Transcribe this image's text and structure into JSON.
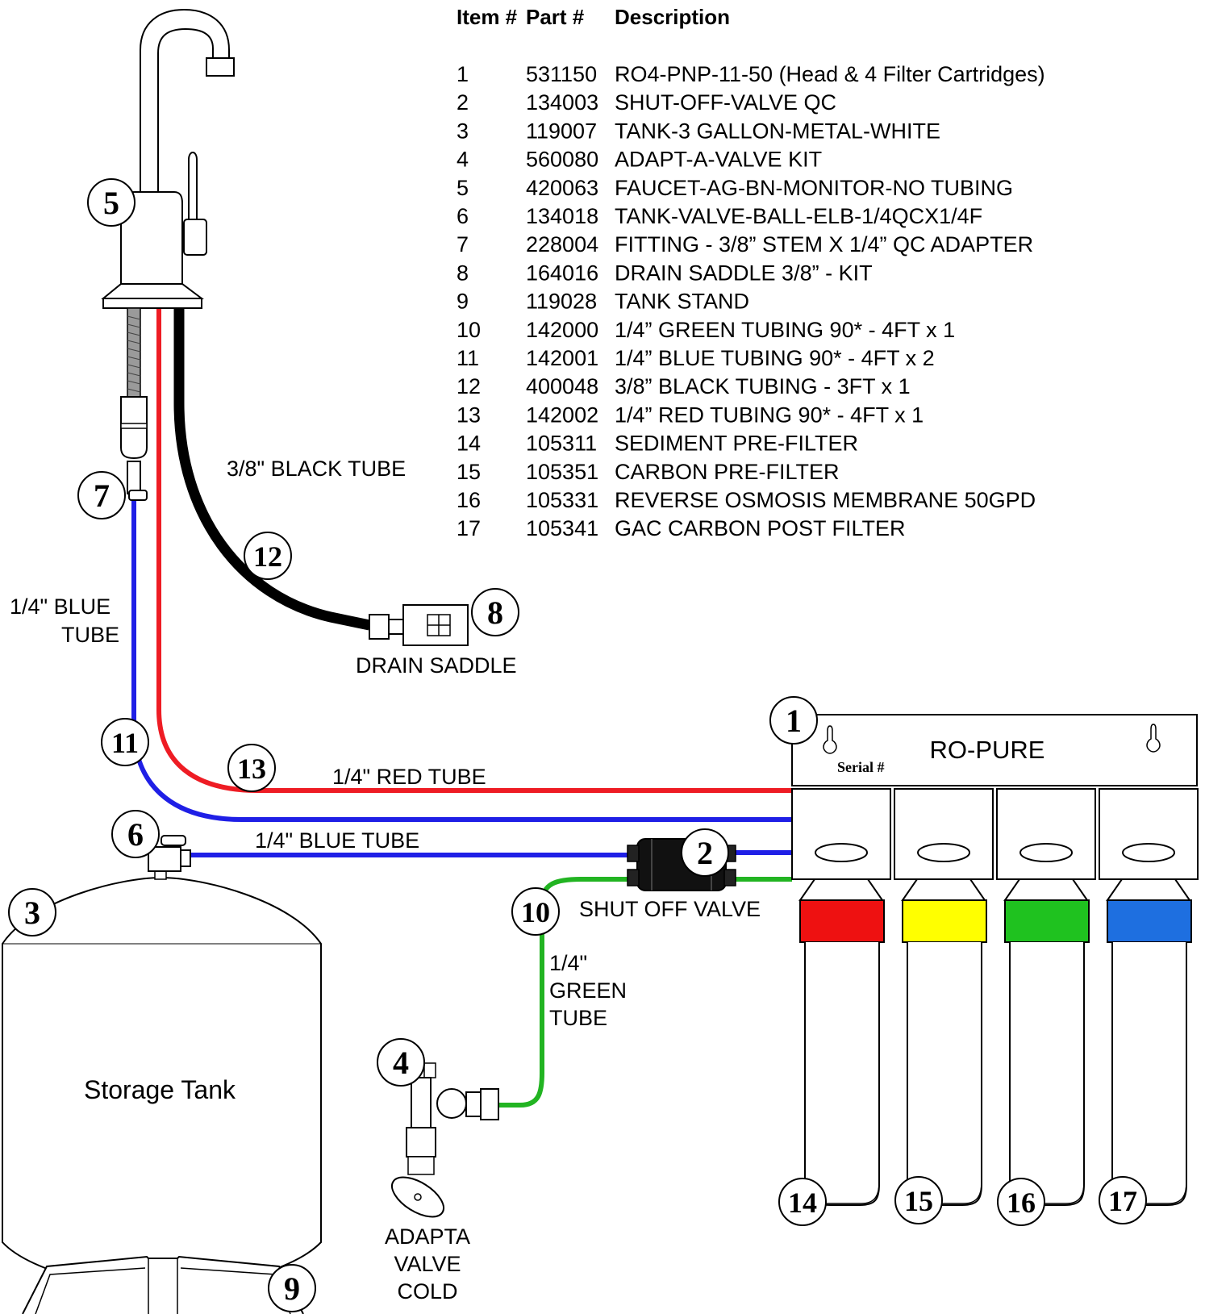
{
  "parts_table": {
    "headers": {
      "item": "Item #",
      "part": "Part #",
      "description": "Description"
    },
    "rows": [
      {
        "item": "1",
        "part": "531150",
        "description": "RO4-PNP-11-50 (Head & 4 Filter Cartridges)"
      },
      {
        "item": "2",
        "part": "134003",
        "description": "SHUT-OFF-VALVE QC"
      },
      {
        "item": "3",
        "part": "119007",
        "description": "TANK-3 GALLON-METAL-WHITE"
      },
      {
        "item": "4",
        "part": "560080",
        "description": "ADAPT-A-VALVE KIT"
      },
      {
        "item": "5",
        "part": "420063",
        "description": "FAUCET-AG-BN-MONITOR-NO TUBING"
      },
      {
        "item": "6",
        "part": "134018",
        "description": "TANK-VALVE-BALL-ELB-1/4QCX1/4F"
      },
      {
        "item": "7",
        "part": "228004",
        "description": "FITTING - 3/8” STEM X 1/4” QC ADAPTER"
      },
      {
        "item": "8",
        "part": "164016",
        "description": "DRAIN SADDLE 3/8” - KIT"
      },
      {
        "item": "9",
        "part": "119028",
        "description": "TANK STAND"
      },
      {
        "item": "10",
        "part": "142000",
        "description": "1/4” GREEN TUBING 90* - 4FT x 1"
      },
      {
        "item": "11",
        "part": "142001",
        "description": "1/4” BLUE TUBING 90* - 4FT x 2"
      },
      {
        "item": "12",
        "part": "400048",
        "description": "3/8” BLACK TUBING - 3FT x 1"
      },
      {
        "item": "13",
        "part": "142002",
        "description": "1/4” RED TUBING 90* - 4FT x 1"
      },
      {
        "item": "14",
        "part": "105311",
        "description": "SEDIMENT PRE-FILTER"
      },
      {
        "item": "15",
        "part": "105351",
        "description": "CARBON PRE-FILTER"
      },
      {
        "item": "16",
        "part": "105331",
        "description": "REVERSE OSMOSIS MEMBRANE 50GPD"
      },
      {
        "item": "17",
        "part": "105341",
        "description": "GAC CARBON POST FILTER"
      }
    ]
  },
  "labels": {
    "black_tube": "3/8\" BLACK TUBE",
    "blue_tube_left_line1": "1/4\" BLUE",
    "blue_tube_left_line2": "TUBE",
    "drain_saddle": "DRAIN SADDLE",
    "red_tube": "1/4\" RED TUBE",
    "blue_tube": "1/4\" BLUE TUBE",
    "shut_off_valve": "SHUT OFF VALVE",
    "green_tube_line1": "1/4\"",
    "green_tube_line2": "GREEN",
    "green_tube_line3": "TUBE",
    "adapta_line1": "ADAPTA",
    "adapta_line2": "VALVE",
    "adapta_line3": "COLD",
    "storage_tank": "Storage Tank",
    "brand": "RO-PURE",
    "serial": "Serial #"
  },
  "callouts": {
    "c1": "1",
    "c2": "2",
    "c3": "3",
    "c4": "4",
    "c5": "5",
    "c6": "6",
    "c7": "7",
    "c8": "8",
    "c9": "9",
    "c10": "10",
    "c11": "11",
    "c12": "12",
    "c13": "13",
    "c14": "14",
    "c15": "15",
    "c16": "16",
    "c17": "17"
  },
  "colors": {
    "red_tube": "#ee1c24",
    "blue_tube": "#1f1fe6",
    "green_tube": "#22b422",
    "black_tube": "#000000",
    "filter_cap_1": "#ee1111",
    "filter_cap_2": "#ffff00",
    "filter_cap_3": "#1fc21f",
    "filter_cap_4": "#1e6fe0"
  }
}
